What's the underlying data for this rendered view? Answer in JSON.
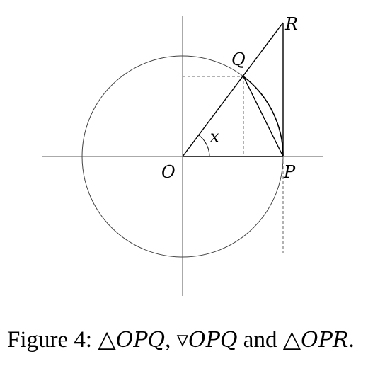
{
  "diagram": {
    "points": {
      "O": "O",
      "P": "P",
      "Q": "Q",
      "R": "R"
    },
    "angle_label": "x",
    "colors": {
      "stroke": "#000000",
      "axis": "#555555",
      "circle": "#444444",
      "dashed": "#666666"
    }
  },
  "caption": {
    "lead": "Figure 4:",
    "tri1_symbol": "△",
    "tri1_name": "OPQ",
    "sep1": ",",
    "tri2_symbol": "▿",
    "tri2_name": "OPQ",
    "conj": "and",
    "tri3_symbol": "△",
    "tri3_name": "OPR",
    "end": "."
  }
}
